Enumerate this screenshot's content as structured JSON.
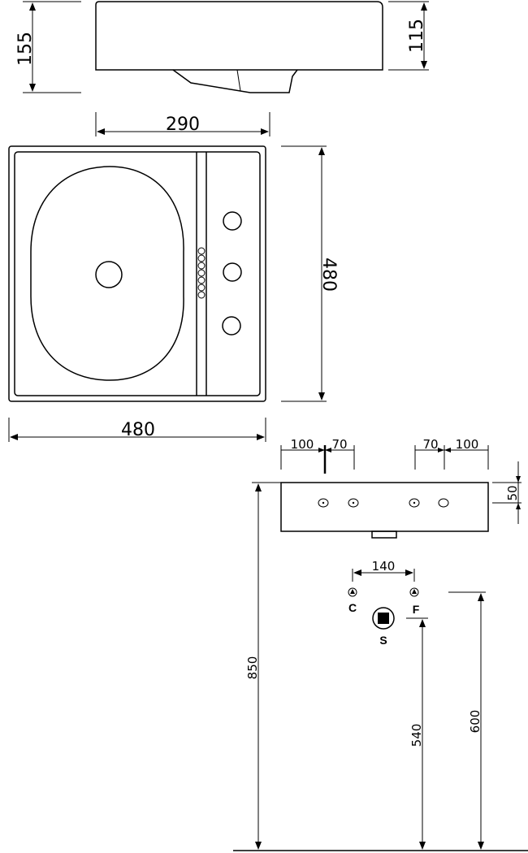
{
  "side_view": {
    "dim_total_height": "155",
    "dim_body_height": "115"
  },
  "top_view": {
    "dim_deck_width": "290",
    "dim_depth": "480",
    "dim_width": "480"
  },
  "front_view": {
    "dim_left_outer": "100",
    "dim_left_inner": "70",
    "dim_right_inner": "70",
    "dim_right_outer": "100",
    "dim_hole_height": "50"
  },
  "install_view": {
    "dim_supply_spacing": "140",
    "label_cold": "C",
    "label_hot_feed": "F",
    "label_waste": "S",
    "dim_rim_height": "850",
    "dim_waste_height": "540",
    "dim_supply_height": "600"
  }
}
